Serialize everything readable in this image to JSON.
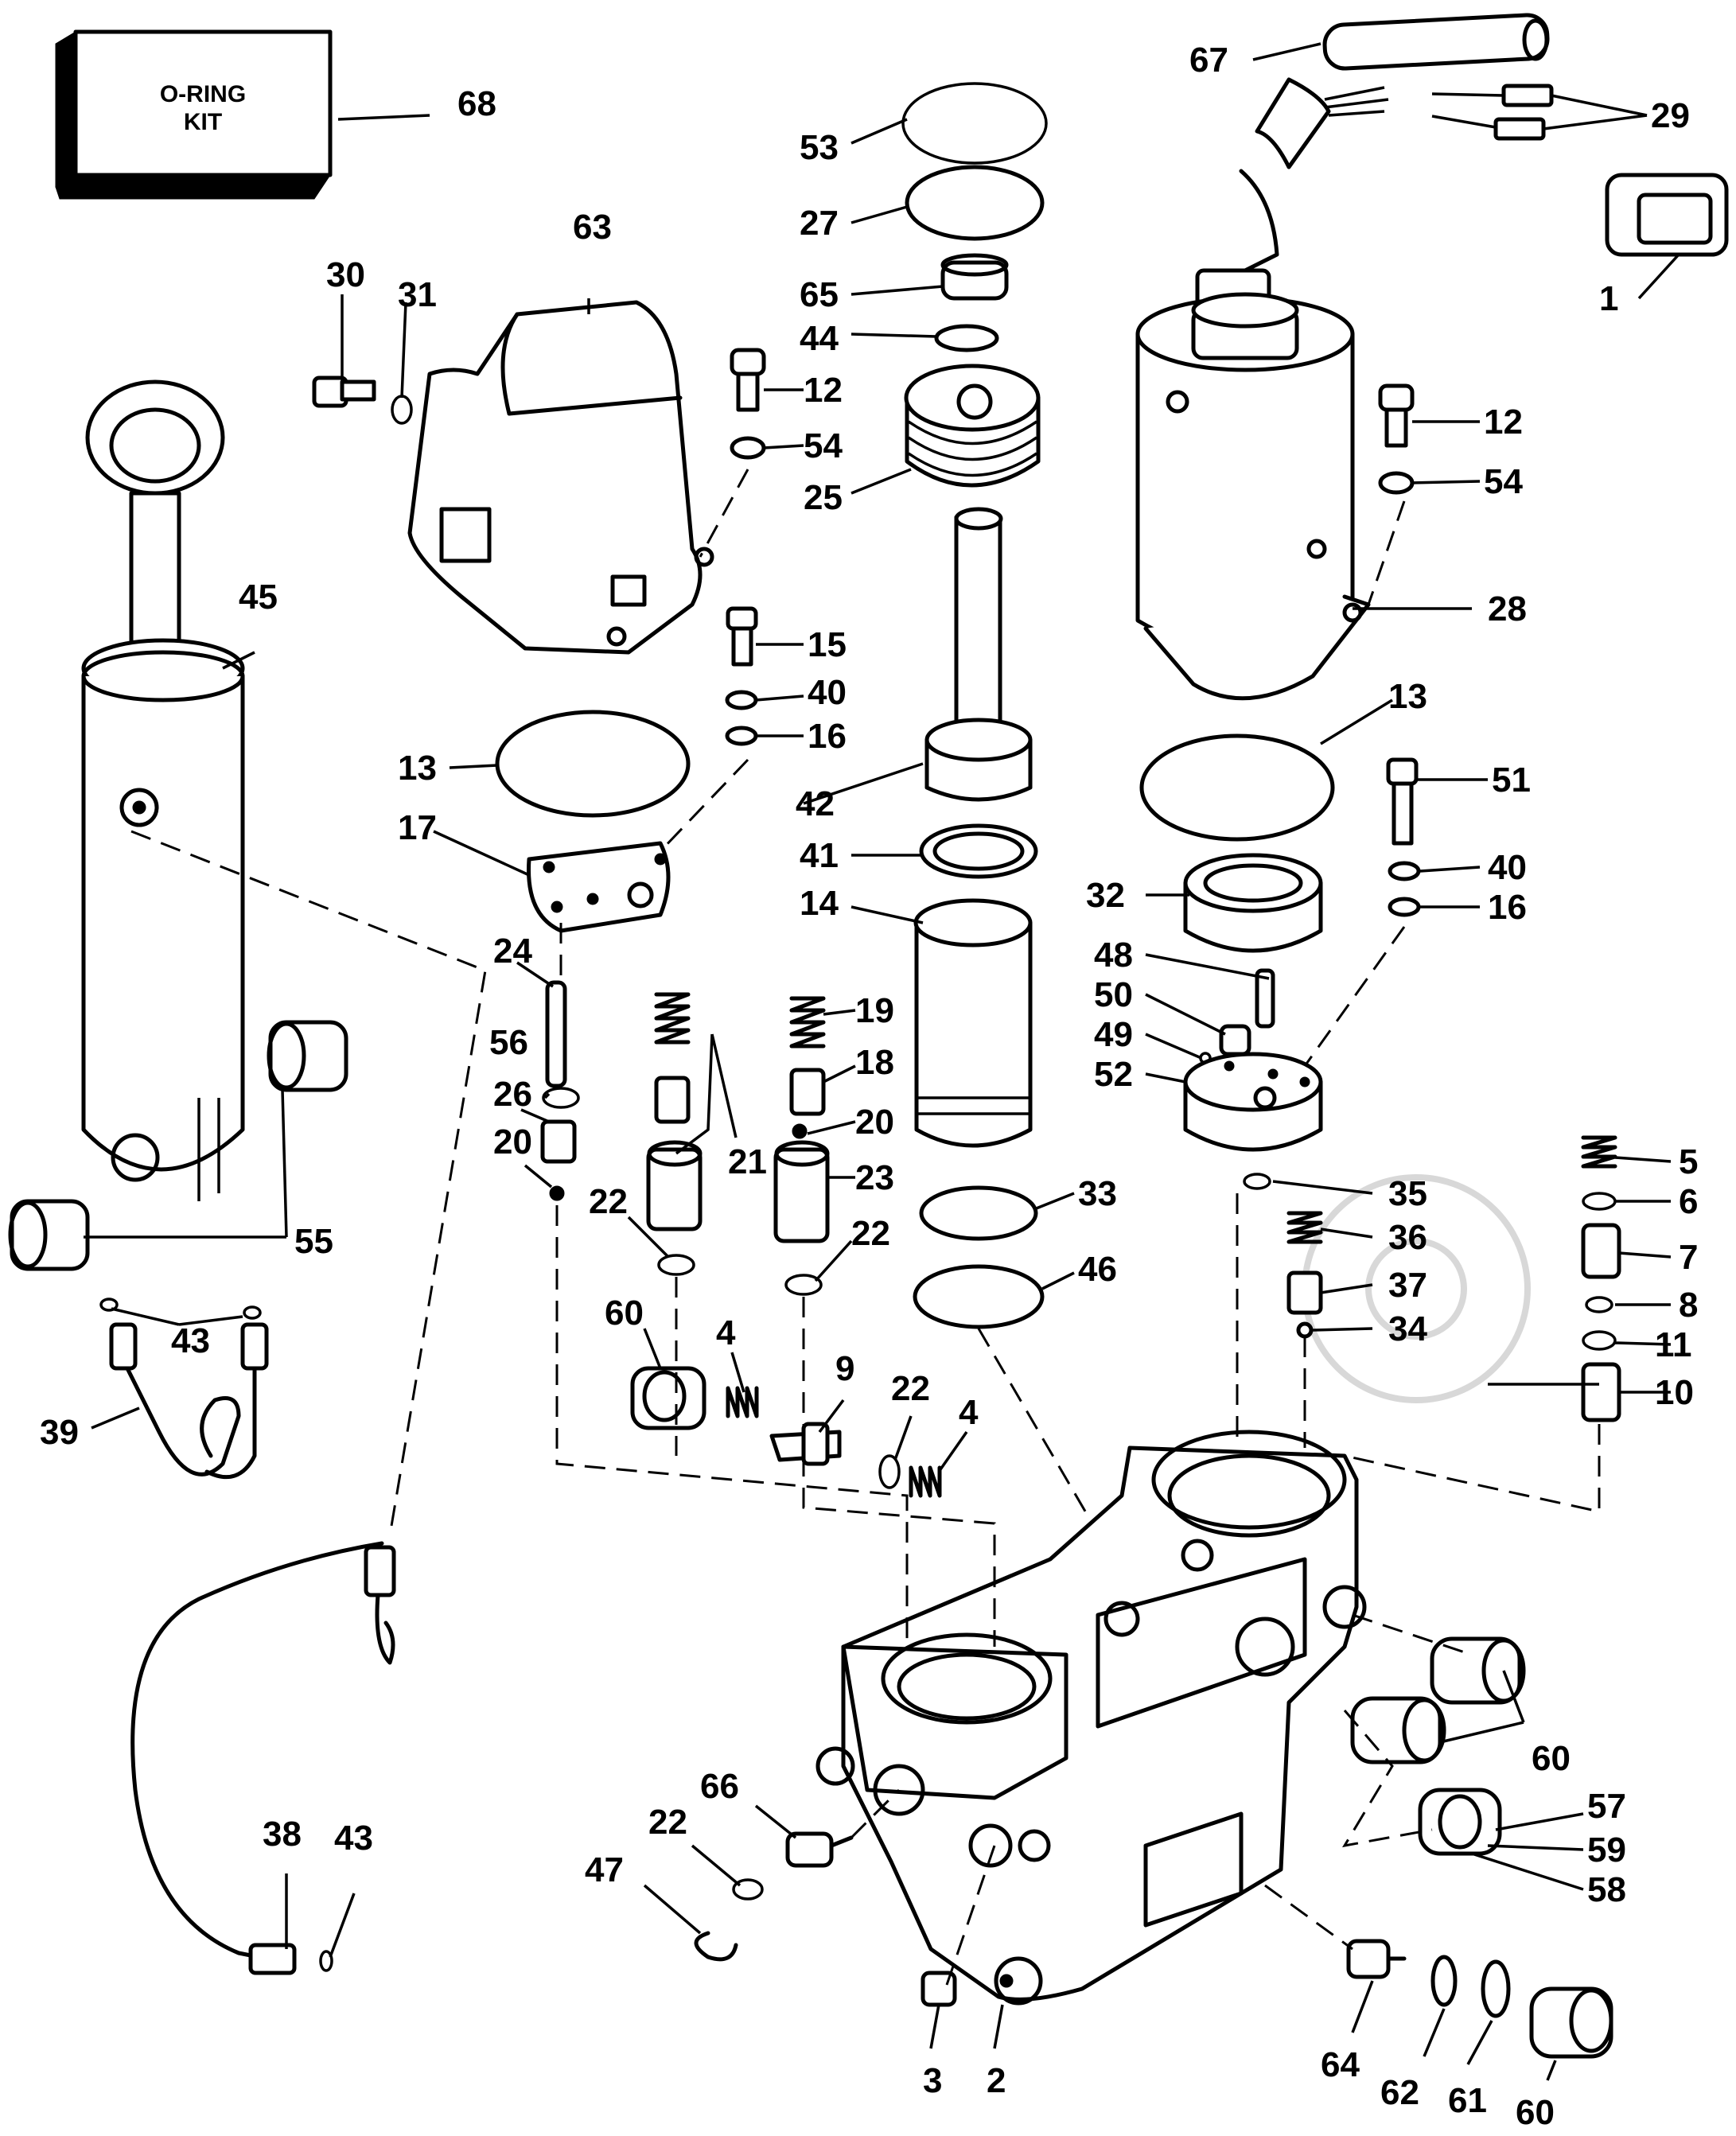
{
  "kit_box": {
    "line1": "O-RING",
    "line2": "KIT"
  },
  "callouts": [
    "1",
    "2",
    "3",
    "4",
    "5",
    "6",
    "7",
    "8",
    "9",
    "10",
    "11",
    "12",
    "13",
    "14",
    "15",
    "16",
    "17",
    "18",
    "19",
    "20",
    "21",
    "22",
    "23",
    "24",
    "25",
    "26",
    "27",
    "28",
    "29",
    "30",
    "31",
    "32",
    "33",
    "34",
    "35",
    "36",
    "37",
    "38",
    "39",
    "40",
    "41",
    "42",
    "43",
    "44",
    "45",
    "46",
    "47",
    "48",
    "49",
    "50",
    "51",
    "52",
    "53",
    "54",
    "55",
    "56",
    "57",
    "58",
    "59",
    "60",
    "61",
    "62",
    "63",
    "64",
    "65",
    "66",
    "67",
    "68"
  ]
}
